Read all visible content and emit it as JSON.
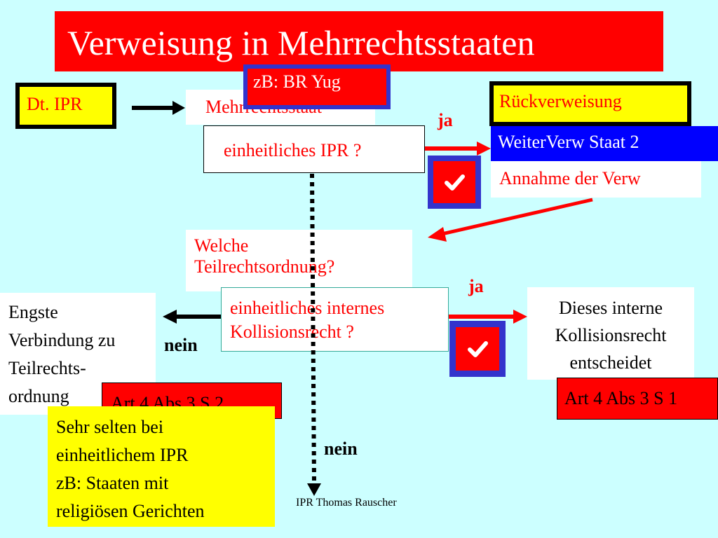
{
  "title": "Verweisung in Mehrrechtsstaaten",
  "boxes": {
    "dt_ipr": "Dt. IPR",
    "zb_yug": "zB: BR Yug",
    "mehrrechtsstaat": "Mehrrechtsstaat",
    "einheitliches_ipr": "einheitliches IPR ?",
    "rueckverweisung": "Rückverweisung",
    "weiterverw": "WeiterVerw Staat 2",
    "annahme": "Annahme der Verw",
    "welche_1": "Welche",
    "welche_2": "Teilrechtsordnung?",
    "internes_1": "einheitliches internes",
    "internes_2": "Kollisionsrecht ?",
    "dieses_1": "Dieses interne",
    "dieses_2": "Kollisionsrecht",
    "dieses_3": "entscheidet",
    "art_s1": "Art 4 Abs 3 S 1",
    "engste_1": "Engste",
    "engste_2": "Verbindung zu",
    "engste_3": "Teilrechts-",
    "engste_4": "ordnung",
    "art_s2": "Art 4 Abs 3 S 2",
    "selten_1": "Sehr selten bei",
    "selten_2": "einheitlichem IPR",
    "selten_3": "zB: Staaten mit",
    "selten_4": "religiösen Gerichten"
  },
  "labels": {
    "ja_1": "ja",
    "ja_2": "ja",
    "nein_1": "nein",
    "nein_2": "nein",
    "footer": "IPR Thomas Rauscher"
  },
  "icons": {
    "check_1": "check-icon",
    "check_2": "check-icon"
  },
  "colors": {
    "background": "#ccffff",
    "red": "#ff0000",
    "yellow": "#ffff00",
    "blue": "#0000ff",
    "navy_border": "#3333cc"
  }
}
